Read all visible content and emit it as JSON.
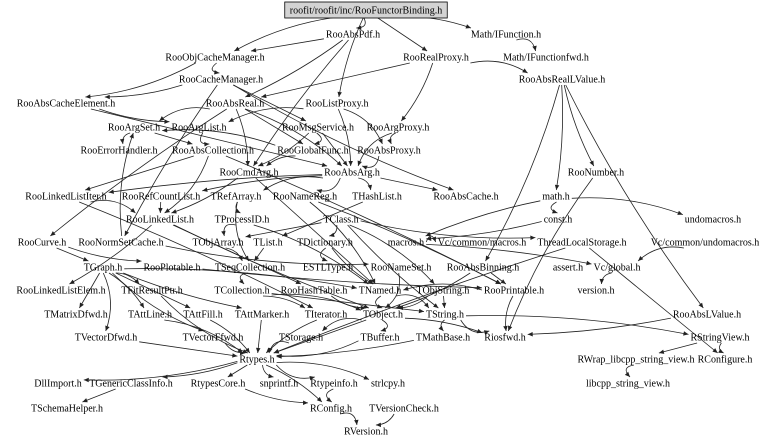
{
  "root_file": "roofit/roofit/inc/RooFunctorBinding.h",
  "colors": {
    "root_fill": "#d3d3d3",
    "root_stroke": "#000000",
    "edge": "#222222",
    "text": "#000000"
  },
  "nodes": [
    {
      "id": "root",
      "label": "roofit/roofit/inc/RooFunctorBinding.h"
    },
    {
      "id": "RooAbsPdf",
      "label": "RooAbsPdf.h"
    },
    {
      "id": "MathIFunction",
      "label": "Math/IFunction.h"
    },
    {
      "id": "RooObjCacheManager",
      "label": "RooObjCacheManager.h"
    },
    {
      "id": "RooRealProxy",
      "label": "RooRealProxy.h"
    },
    {
      "id": "MathIFunctionfwd",
      "label": "Math/IFunctionfwd.h"
    },
    {
      "id": "RooCacheManager",
      "label": "RooCacheManager.h"
    },
    {
      "id": "RooAbsRealLValue",
      "label": "RooAbsRealLValue.h"
    },
    {
      "id": "RooAbsCacheElement",
      "label": "RooAbsCacheElement.h"
    },
    {
      "id": "RooAbsReal",
      "label": "RooAbsReal.h"
    },
    {
      "id": "RooListProxy",
      "label": "RooListProxy.h"
    },
    {
      "id": "RooArgSet",
      "label": "RooArgSet.h"
    },
    {
      "id": "RooArgList",
      "label": "RooArgList.h"
    },
    {
      "id": "RooMsgService",
      "label": "RooMsgService.h"
    },
    {
      "id": "RooArgProxy",
      "label": "RooArgProxy.h"
    },
    {
      "id": "RooErrorHandler",
      "label": "RooErrorHandler.h"
    },
    {
      "id": "RooAbsCollection",
      "label": "RooAbsCollection.h"
    },
    {
      "id": "RooGlobalFunc",
      "label": "RooGlobalFunc.h"
    },
    {
      "id": "RooAbsProxy",
      "label": "RooAbsProxy.h"
    },
    {
      "id": "RooCmdArg",
      "label": "RooCmdArg.h"
    },
    {
      "id": "RooAbsArg",
      "label": "RooAbsArg.h"
    },
    {
      "id": "RooNumber",
      "label": "RooNumber.h"
    },
    {
      "id": "RooLinkedListIter",
      "label": "RooLinkedListIter.h"
    },
    {
      "id": "RooRefCountList",
      "label": "RooRefCountList.h"
    },
    {
      "id": "TRefArray",
      "label": "TRefArray.h"
    },
    {
      "id": "RooNameReg",
      "label": "RooNameReg.h"
    },
    {
      "id": "THashList",
      "label": "THashList.h"
    },
    {
      "id": "RooAbsCache",
      "label": "RooAbsCache.h"
    },
    {
      "id": "math",
      "label": "math.h"
    },
    {
      "id": "RooLinkedList",
      "label": "RooLinkedList.h"
    },
    {
      "id": "TProcessID",
      "label": "TProcessID.h"
    },
    {
      "id": "TClass",
      "label": "TClass.h"
    },
    {
      "id": "const",
      "label": "const.h"
    },
    {
      "id": "undomacros",
      "label": "undomacros.h"
    },
    {
      "id": "RooCurve",
      "label": "RooCurve.h"
    },
    {
      "id": "RooNormSetCache",
      "label": "RooNormSetCache.h"
    },
    {
      "id": "TObjArray",
      "label": "TObjArray.h"
    },
    {
      "id": "TList",
      "label": "TList.h"
    },
    {
      "id": "TDictionary",
      "label": "TDictionary.h"
    },
    {
      "id": "macros",
      "label": "macros.h"
    },
    {
      "id": "VcMacros",
      "label": "Vc/common/macros.h"
    },
    {
      "id": "ThreadLocalStorage",
      "label": "ThreadLocalStorage.h"
    },
    {
      "id": "VcUndomacros",
      "label": "Vc/common/undomacros.h"
    },
    {
      "id": "TGraph",
      "label": "TGraph.h"
    },
    {
      "id": "RooPlotable",
      "label": "RooPlotable.h"
    },
    {
      "id": "TSeqCollection",
      "label": "TSeqCollection.h"
    },
    {
      "id": "ESTLType",
      "label": "ESTLType.h"
    },
    {
      "id": "RooNameSet",
      "label": "RooNameSet.h"
    },
    {
      "id": "RooAbsBinning",
      "label": "RooAbsBinning.h"
    },
    {
      "id": "assert",
      "label": "assert.h"
    },
    {
      "id": "VcGlobal",
      "label": "Vc/global.h"
    },
    {
      "id": "RooLinkedListElem",
      "label": "RooLinkedListElem.h"
    },
    {
      "id": "TFitResultPtr",
      "label": "TFitResultPtr.h"
    },
    {
      "id": "TCollection",
      "label": "TCollection.h"
    },
    {
      "id": "RooHashTable",
      "label": "RooHashTable.h"
    },
    {
      "id": "TNamed",
      "label": "TNamed.h"
    },
    {
      "id": "TObjString",
      "label": "TObjString.h"
    },
    {
      "id": "RooPrintable",
      "label": "RooPrintable.h"
    },
    {
      "id": "version",
      "label": "version.h"
    },
    {
      "id": "TMatrixDfwd",
      "label": "TMatrixDfwd.h"
    },
    {
      "id": "TAttLine",
      "label": "TAttLine.h"
    },
    {
      "id": "TAttFill",
      "label": "TAttFill.h"
    },
    {
      "id": "TAttMarker",
      "label": "TAttMarker.h"
    },
    {
      "id": "TIterator",
      "label": "TIterator.h"
    },
    {
      "id": "TObject",
      "label": "TObject.h"
    },
    {
      "id": "TString",
      "label": "TString.h"
    },
    {
      "id": "RooAbsLValue",
      "label": "RooAbsLValue.h"
    },
    {
      "id": "TVectorDfwd",
      "label": "TVectorDfwd.h"
    },
    {
      "id": "TVectorFfwd",
      "label": "TVectorFfwd.h"
    },
    {
      "id": "TStorage",
      "label": "TStorage.h"
    },
    {
      "id": "TBuffer",
      "label": "TBuffer.h"
    },
    {
      "id": "TMathBase",
      "label": "TMathBase.h"
    },
    {
      "id": "Riosfwd",
      "label": "Riosfwd.h"
    },
    {
      "id": "RStringView",
      "label": "RStringView.h"
    },
    {
      "id": "Rtypes",
      "label": "Rtypes.h"
    },
    {
      "id": "RWrap",
      "label": "RWrap_libcpp_string_view.h"
    },
    {
      "id": "RConfigure",
      "label": "RConfigure.h"
    },
    {
      "id": "DllImport",
      "label": "DllImport.h"
    },
    {
      "id": "TGenericClassInfo",
      "label": "TGenericClassInfo.h"
    },
    {
      "id": "RtypesCore",
      "label": "RtypesCore.h"
    },
    {
      "id": "snprintf",
      "label": "snprintf.h"
    },
    {
      "id": "Rtypeinfo",
      "label": "Rtypeinfo.h"
    },
    {
      "id": "strlcpy",
      "label": "strlcpy.h"
    },
    {
      "id": "libcpp",
      "label": "libcpp_string_view.h"
    },
    {
      "id": "TSchemaHelper",
      "label": "TSchemaHelper.h"
    },
    {
      "id": "RConfig",
      "label": "RConfig.h"
    },
    {
      "id": "TVersionCheck",
      "label": "TVersionCheck.h"
    },
    {
      "id": "RVersion",
      "label": "RVersion.h"
    }
  ],
  "edges": [
    [
      "root",
      "RooAbsPdf"
    ],
    [
      "root",
      "MathIFunction"
    ],
    [
      "root",
      "RooRealProxy"
    ],
    [
      "root",
      "RooListProxy"
    ],
    [
      "root",
      "RooObjCacheManager"
    ],
    [
      "MathIFunction",
      "MathIFunctionfwd"
    ],
    [
      "RooAbsPdf",
      "RooAbsReal"
    ],
    [
      "RooAbsPdf",
      "RooObjCacheManager"
    ],
    [
      "RooAbsPdf",
      "RooCmdArg"
    ],
    [
      "RooObjCacheManager",
      "RooCacheManager"
    ],
    [
      "RooObjCacheManager",
      "RooAbsCacheElement"
    ],
    [
      "RooCacheManager",
      "RooAbsCacheElement"
    ],
    [
      "RooCacheManager",
      "RooMsgService"
    ],
    [
      "RooCacheManager",
      "RooNormSetCache"
    ],
    [
      "RooCacheManager",
      "RooAbsCache"
    ],
    [
      "RooRealProxy",
      "RooAbsRealLValue"
    ],
    [
      "RooRealProxy",
      "RooArgProxy"
    ],
    [
      "RooRealProxy",
      "RooAbsReal"
    ],
    [
      "RooAbsRealLValue",
      "RooNumber"
    ],
    [
      "RooAbsRealLValue",
      "RooAbsLValue"
    ],
    [
      "RooAbsRealLValue",
      "RooAbsBinning"
    ],
    [
      "RooAbsRealLValue",
      "math"
    ],
    [
      "RooAbsCacheElement",
      "RooAbsArg"
    ],
    [
      "RooAbsCacheElement",
      "RooArgList"
    ],
    [
      "RooAbsReal",
      "RooArgSet"
    ],
    [
      "RooAbsReal",
      "RooAbsArg"
    ],
    [
      "RooAbsReal",
      "RooCmdArg"
    ],
    [
      "RooAbsReal",
      "RooGlobalFunc"
    ],
    [
      "RooAbsReal",
      "RooCurve"
    ],
    [
      "RooListProxy",
      "RooArgList"
    ],
    [
      "RooListProxy",
      "RooAbsProxy"
    ],
    [
      "RooListProxy",
      "RooAbsArg"
    ],
    [
      "RooArgSet",
      "RooAbsCollection"
    ],
    [
      "RooArgSet",
      "RooErrorHandler"
    ],
    [
      "RooArgList",
      "RooAbsCollection"
    ],
    [
      "RooMsgService",
      "RooGlobalFunc"
    ],
    [
      "RooMsgService",
      "RooCmdArg"
    ],
    [
      "RooMsgService",
      "RooAbsArg"
    ],
    [
      "RooArgProxy",
      "RooAbsProxy"
    ],
    [
      "RooArgProxy",
      "RooAbsArg"
    ],
    [
      "RooAbsCollection",
      "RooLinkedList"
    ],
    [
      "RooAbsCollection",
      "RooPrintable"
    ],
    [
      "RooAbsCollection",
      "RooLinkedListIter"
    ],
    [
      "RooGlobalFunc",
      "RooCmdArg"
    ],
    [
      "RooGlobalFunc",
      "RooArgSet"
    ],
    [
      "RooAbsProxy",
      "RooAbsArg"
    ],
    [
      "RooCmdArg",
      "RooLinkedList"
    ],
    [
      "RooCmdArg",
      "TNamed"
    ],
    [
      "RooAbsArg",
      "RooRefCountList"
    ],
    [
      "RooAbsArg",
      "TRefArray"
    ],
    [
      "RooAbsArg",
      "RooNameReg"
    ],
    [
      "RooAbsArg",
      "THashList"
    ],
    [
      "RooAbsArg",
      "RooAbsCache"
    ],
    [
      "RooAbsArg",
      "RooLinkedListIter"
    ],
    [
      "RooNumber",
      "Riosfwd"
    ],
    [
      "RooLinkedListIter",
      "RooLinkedList"
    ],
    [
      "RooLinkedListIter",
      "TIterator"
    ],
    [
      "RooRefCountList",
      "RooLinkedList"
    ],
    [
      "TRefArray",
      "TProcessID"
    ],
    [
      "TRefArray",
      "TSeqCollection"
    ],
    [
      "RooNameReg",
      "TNamed"
    ],
    [
      "RooNameReg",
      "RooPrintable"
    ],
    [
      "THashList",
      "TList"
    ],
    [
      "math",
      "macros"
    ],
    [
      "math",
      "const"
    ],
    [
      "math",
      "undomacros"
    ],
    [
      "RooLinkedList",
      "RooLinkedListElem"
    ],
    [
      "RooLinkedList",
      "RooHashTable"
    ],
    [
      "RooLinkedList",
      "TObject"
    ],
    [
      "TProcessID",
      "TObjArray"
    ],
    [
      "TProcessID",
      "TNamed"
    ],
    [
      "TClass",
      "TDictionary"
    ],
    [
      "TClass",
      "TObjArray"
    ],
    [
      "TClass",
      "TString"
    ],
    [
      "TClass",
      "ThreadLocalStorage"
    ],
    [
      "TClass",
      "TObjString"
    ],
    [
      "const",
      "macros"
    ],
    [
      "RooCurve",
      "TGraph"
    ],
    [
      "RooCurve",
      "RooPlotable"
    ],
    [
      "RooNormSetCache",
      "RooNameSet"
    ],
    [
      "RooNormSetCache",
      "RooArgSet"
    ],
    [
      "TObjArray",
      "TSeqCollection"
    ],
    [
      "TList",
      "TSeqCollection"
    ],
    [
      "TDictionary",
      "TNamed"
    ],
    [
      "TDictionary",
      "ESTLType"
    ],
    [
      "macros",
      "VcMacros"
    ],
    [
      "macros",
      "VcGlobal"
    ],
    [
      "ThreadLocalStorage",
      "RConfigure"
    ],
    [
      "ThreadLocalStorage",
      "Rtypes"
    ],
    [
      "VcUndomacros",
      "VcGlobal"
    ],
    [
      "TGraph",
      "TNamed"
    ],
    [
      "TGraph",
      "TAttLine"
    ],
    [
      "TGraph",
      "TAttFill"
    ],
    [
      "TGraph",
      "TAttMarker"
    ],
    [
      "TGraph",
      "TVectorFfwd"
    ],
    [
      "TGraph",
      "TVectorDfwd"
    ],
    [
      "TGraph",
      "TFitResultPtr"
    ],
    [
      "TGraph",
      "TMatrixDfwd"
    ],
    [
      "RooPlotable",
      "RooPrintable"
    ],
    [
      "TSeqCollection",
      "TCollection"
    ],
    [
      "RooNameSet",
      "TObject"
    ],
    [
      "RooAbsBinning",
      "TObject"
    ],
    [
      "RooAbsBinning",
      "RooPrintable"
    ],
    [
      "VcGlobal",
      "version"
    ],
    [
      "TFitResultPtr",
      "Rtypes"
    ],
    [
      "TCollection",
      "TObject"
    ],
    [
      "TCollection",
      "TIterator"
    ],
    [
      "TCollection",
      "TString"
    ],
    [
      "RooHashTable",
      "TObject"
    ],
    [
      "TNamed",
      "TObject"
    ],
    [
      "TNamed",
      "TString"
    ],
    [
      "TObjString",
      "TObject"
    ],
    [
      "TObjString",
      "TString"
    ],
    [
      "RooPrintable",
      "Riosfwd"
    ],
    [
      "RooPrintable",
      "TNamed"
    ],
    [
      "TAttLine",
      "Rtypes"
    ],
    [
      "TAttFill",
      "Rtypes"
    ],
    [
      "TAttMarker",
      "Rtypes"
    ],
    [
      "TIterator",
      "Rtypes"
    ],
    [
      "TObject",
      "TStorage"
    ],
    [
      "TObject",
      "TBuffer"
    ],
    [
      "TObject",
      "Riosfwd"
    ],
    [
      "TObject",
      "Rtypes"
    ],
    [
      "TString",
      "TMathBase"
    ],
    [
      "TString",
      "Riosfwd"
    ],
    [
      "TString",
      "RStringView"
    ],
    [
      "RooAbsLValue",
      "Riosfwd"
    ],
    [
      "TVectorDfwd",
      "Rtypes"
    ],
    [
      "TVectorFfwd",
      "Rtypes"
    ],
    [
      "TStorage",
      "Rtypes"
    ],
    [
      "TBuffer",
      "Rtypes"
    ],
    [
      "TMathBase",
      "Rtypes"
    ],
    [
      "RStringView",
      "RWrap"
    ],
    [
      "RStringView",
      "RConfigure"
    ],
    [
      "RWrap",
      "libcpp"
    ],
    [
      "Rtypes",
      "DllImport"
    ],
    [
      "Rtypes",
      "TGenericClassInfo"
    ],
    [
      "Rtypes",
      "RtypesCore"
    ],
    [
      "Rtypes",
      "snprintf"
    ],
    [
      "Rtypes",
      "Rtypeinfo"
    ],
    [
      "Rtypes",
      "strlcpy"
    ],
    [
      "Rtypes",
      "RConfig"
    ],
    [
      "TGenericClassInfo",
      "TSchemaHelper"
    ],
    [
      "RtypesCore",
      "RConfig"
    ],
    [
      "Rtypeinfo",
      "RConfig"
    ],
    [
      "RConfig",
      "RVersion"
    ],
    [
      "TVersionCheck",
      "RVersion"
    ]
  ]
}
